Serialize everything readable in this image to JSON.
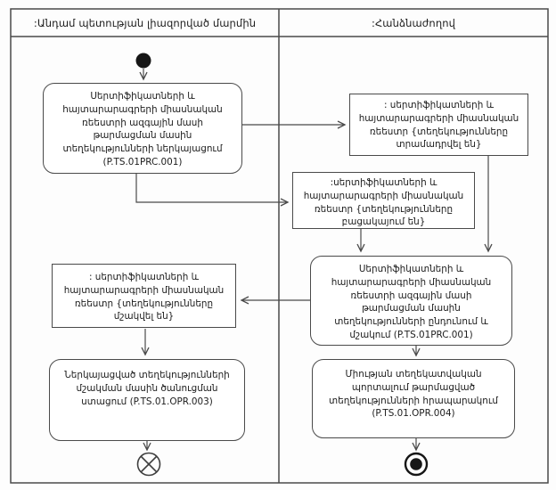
{
  "diagram": {
    "type": "uml-activity-swimlane",
    "lanes": [
      {
        "label": ":Անդամ պետության լիազորված մարմին"
      },
      {
        "label": ":Հանձնաժողով"
      }
    ],
    "nodes": {
      "submit": "Սերտիֆիկատների և հայտարարագրերի միասնական ռեեստրի ազգային մասի թարմացման մասին տեղեկությունների ներկայացում (P.TS.01PRC.001)",
      "provided": ": սերտիֆիկատների և հայտարարագրերի միասնական ռեեստր {տեղեկությունները տրամադրվել են}",
      "missing": ":սերտիֆիկատների և հայտարարագրերի միասնական ռեեստր {տեղեկությունները բացակայում են}",
      "receive": "Սերտիֆիկատների և հայտարարագրերի միասնական ռեեստրի ազգային մասի թարմացման մասին տեղեկությունների ընդունում և մշակում (P.TS.01PRC.001)",
      "processed": ": սերտիֆիկատների և հայտարարագրերի միասնական ռեեստր {տեղեկությունները մշակվել են}",
      "notify": "Ներկայացված տեղեկությունների մշակման մասին ծանուցման ստացում (P.TS.01.OPR.003)",
      "publish": "Միության տեղեկատվական պորտալում թարմացված տեղեկությունների հրապարակում (P.TS.01.OPR.004)"
    },
    "edges": [
      {
        "from": "start",
        "to": "submit"
      },
      {
        "from": "submit",
        "to": "provided"
      },
      {
        "from": "submit",
        "to": "missing"
      },
      {
        "from": "provided",
        "to": "receive"
      },
      {
        "from": "missing",
        "to": "receive"
      },
      {
        "from": "receive",
        "to": "processed"
      },
      {
        "from": "processed",
        "to": "notify"
      },
      {
        "from": "notify",
        "to": "flow-final"
      },
      {
        "from": "receive",
        "to": "publish"
      },
      {
        "from": "publish",
        "to": "activity-final"
      }
    ],
    "colors": {
      "line": "#4a4a4a",
      "node_fill": "#ffffff",
      "text": "#1c1c1c",
      "start_node_fill": "#161616"
    }
  }
}
